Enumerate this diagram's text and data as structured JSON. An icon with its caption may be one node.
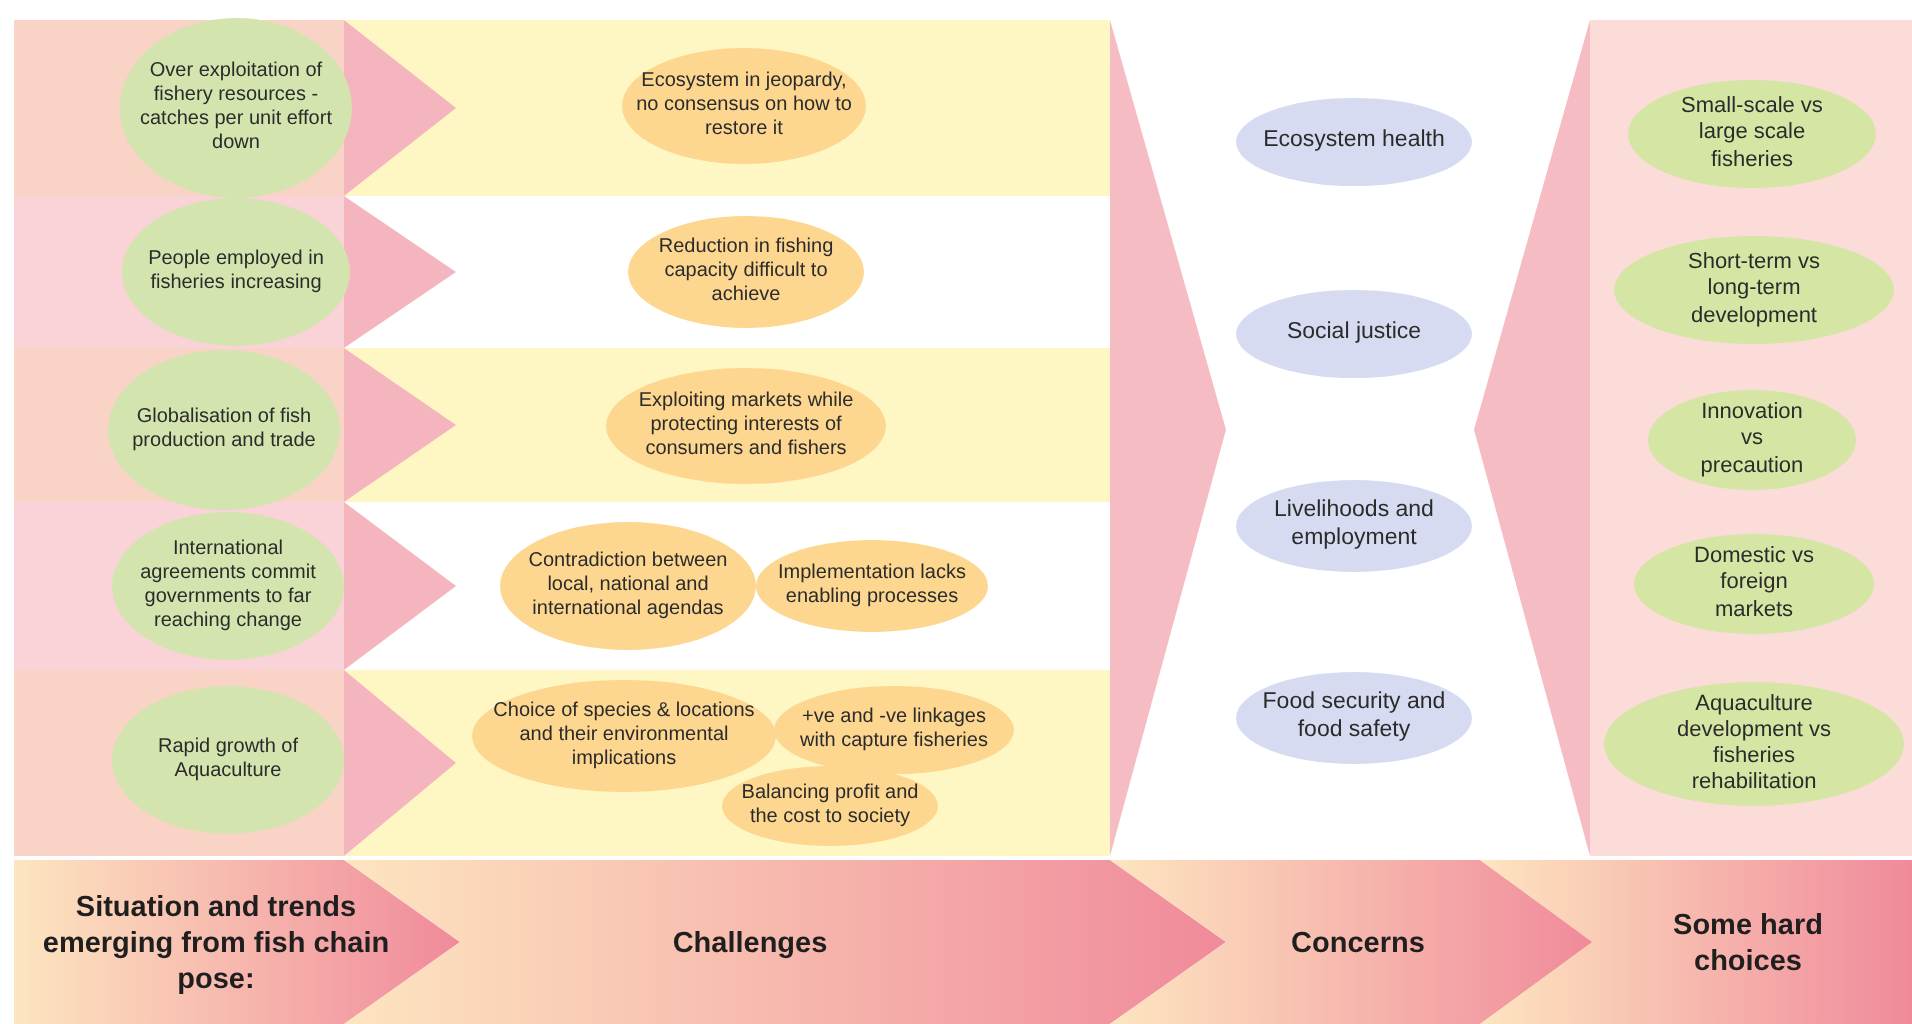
{
  "diagram": {
    "nodes": [
      {
        "text": [
          "Over exploitation of fishery resources - catches per unit effort down"
        ]
      },
      {
        "text": [
          "People employed in fisheries increasing"
        ]
      },
      {
        "text": [
          "Globalisation of fish production and trade"
        ]
      },
      {
        "text": [
          "International agreements commit governments to far reaching change"
        ]
      },
      {
        "text": [
          "Rapid growth of Aquaculture"
        ]
      },
      {
        "text": [
          "Ecosystem in jeopardy, no consensus on how to restore it"
        ]
      },
      {
        "text": [
          "Reduction in fishing capacity difficult to achieve"
        ]
      },
      {
        "text": [
          "Exploiting markets while protecting interests of consumers and fishers"
        ]
      },
      {
        "text": [
          "Contradiction between local, national and international agendas"
        ]
      },
      {
        "text": [
          "Implementation lacks enabling processes"
        ]
      },
      {
        "text": [
          "Choice of species & locations and their environmental implications"
        ]
      },
      {
        "text": [
          "+ve and -ve linkages with capture fisheries"
        ]
      },
      {
        "text": [
          "Balancing profit and the cost to society"
        ]
      },
      {
        "text": [
          "Ecosystem health"
        ]
      },
      {
        "text": [
          "Social justice"
        ]
      },
      {
        "text": [
          "Livelihoods and employment"
        ]
      },
      {
        "text": [
          "Food security and food safety"
        ]
      },
      {
        "text": [
          "Small-scale vs large scale fisheries"
        ]
      },
      {
        "text": [
          "Short-term vs long-term development"
        ]
      },
      {
        "text": [
          "Innovation vs precaution"
        ]
      },
      {
        "text": [
          "Domestic vs foreign markets"
        ]
      },
      {
        "text": [
          "Aquaculture development vs fisheries rehabilitation"
        ]
      },
      {
        "text": [
          "Situation and trends emerging from fish chain pose:"
        ]
      },
      {
        "text": [
          "Challenges"
        ]
      },
      {
        "text": [
          "Concerns"
        ]
      },
      {
        "text": [
          "Some hard choices"
        ]
      },
      {
        "text": [],
        "shape": "triangle"
      },
      {
        "text": [],
        "shape": "triangle"
      }
    ]
  }
}
